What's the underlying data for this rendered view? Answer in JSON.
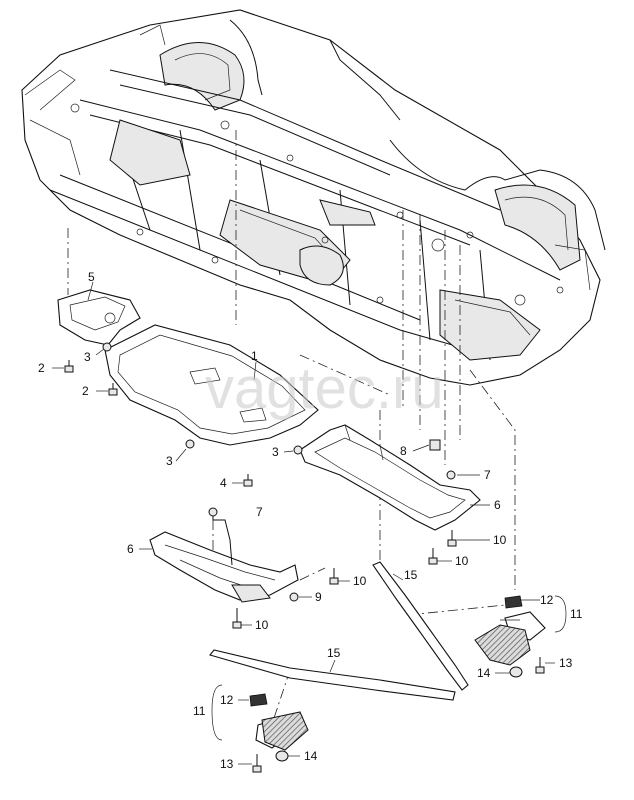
{
  "watermark": "vagtec.ru",
  "callouts": {
    "c1": "1",
    "c2a": "2",
    "c2b": "2",
    "c3a": "3",
    "c3b": "3",
    "c3c": "3",
    "c4": "4",
    "c5": "5",
    "c6a": "6",
    "c6b": "6",
    "c7a": "7",
    "c7b": "7",
    "c8": "8",
    "c9": "9",
    "c10a": "10",
    "c10b": "10",
    "c10c": "10",
    "c10d": "10",
    "c11a": "11",
    "c11b": "11",
    "c12a": "12",
    "c12b": "12",
    "c13a": "13",
    "c13b": "13",
    "c14a": "14",
    "c14b": "14",
    "c15a": "15",
    "c15b": "15"
  }
}
